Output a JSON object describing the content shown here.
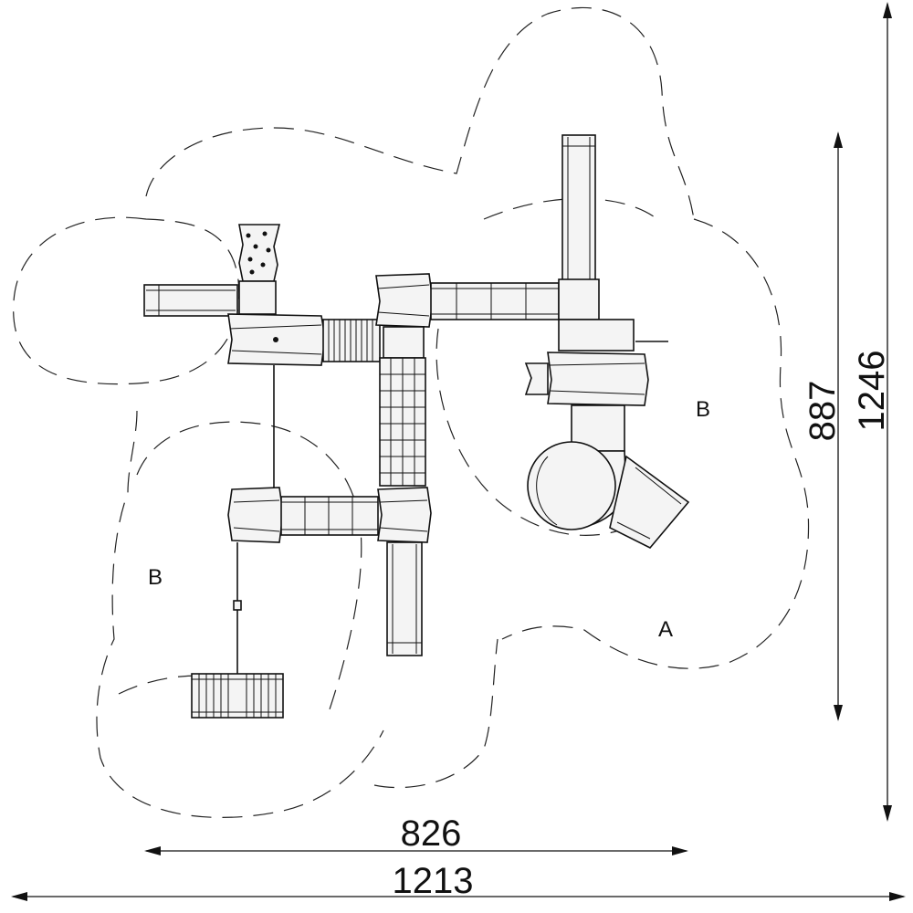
{
  "dimensions": {
    "inner_width": "826",
    "outer_width": "1213",
    "inner_height": "887",
    "outer_height": "1246"
  },
  "zones": {
    "zone_b_right": "B",
    "zone_b_left": "B",
    "zone_a": "A"
  }
}
